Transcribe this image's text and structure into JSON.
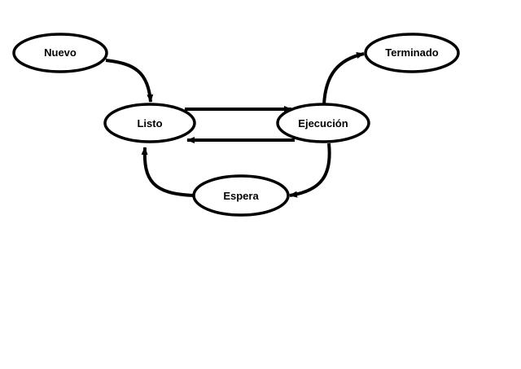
{
  "diagram": {
    "nodes": {
      "nuevo": "Nuevo",
      "terminado": "Terminado",
      "listo": "Listo",
      "ejecucion": "Ejecución",
      "espera": "Espera"
    },
    "edges": [
      {
        "from": "Nuevo",
        "to": "Listo"
      },
      {
        "from": "Listo",
        "to": "Ejecución"
      },
      {
        "from": "Ejecución",
        "to": "Listo"
      },
      {
        "from": "Ejecución",
        "to": "Terminado"
      },
      {
        "from": "Ejecución",
        "to": "Espera"
      },
      {
        "from": "Espera",
        "to": "Listo"
      }
    ],
    "colors": {
      "stroke": "#000000",
      "fill": "#ffffff"
    }
  }
}
